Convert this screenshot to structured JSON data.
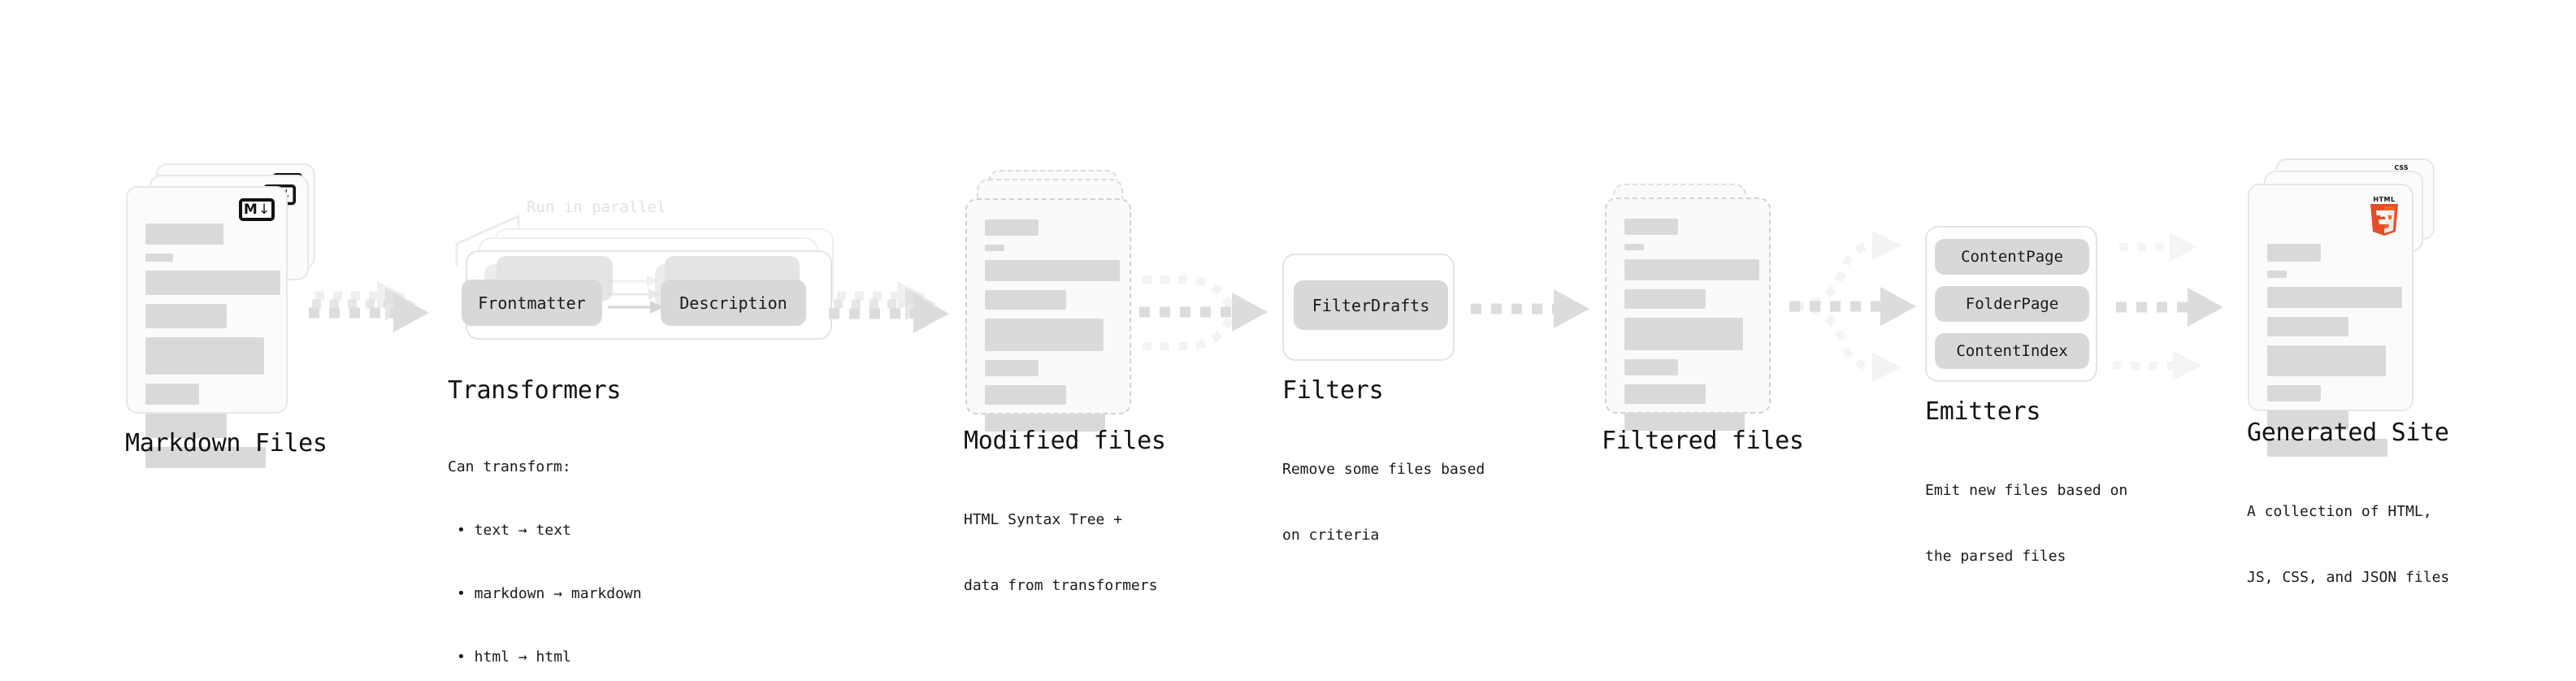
{
  "diagram": {
    "title": "Quartz content processing pipeline",
    "background": "#ffffff",
    "accent_colors": {
      "bar": "#d9d9d9",
      "chip": "#d8d8d8",
      "arrow": "#dcdcdc",
      "card_border": "#e7e7e7",
      "dashed_border": "#d2d2d2",
      "html5_orange": "#e44d26",
      "html5_orange_light": "#f16529",
      "css_blue": "#264de4",
      "js_yellow": "#f7df1e"
    }
  },
  "stages": [
    {
      "id": "markdown-files",
      "title": "Markdown Files",
      "description": "",
      "icon": "markdown-badge",
      "icon_text": {
        "letter": "M",
        "arrow": "↓"
      }
    },
    {
      "id": "transformers",
      "title": "Transformers",
      "description_lines": [
        "Can transform:",
        "• text → text",
        "• markdown → markdown",
        "• html → html"
      ],
      "annotation": "Run in parallel",
      "chips": [
        "Frontmatter",
        "Description"
      ]
    },
    {
      "id": "modified-files",
      "title": "Modified files",
      "description_lines": [
        "HTML Syntax Tree +",
        "data from transformers"
      ]
    },
    {
      "id": "filters",
      "title": "Filters",
      "description_lines": [
        "Remove some files based",
        "on criteria"
      ],
      "chips": [
        "FilterDrafts"
      ]
    },
    {
      "id": "filtered-files",
      "title": "Filtered files",
      "description_lines": []
    },
    {
      "id": "emitters",
      "title": "Emitters",
      "description_lines": [
        "Emit new files based on",
        "the parsed files"
      ],
      "chips": [
        "ContentPage",
        "FolderPage",
        "ContentIndex"
      ]
    },
    {
      "id": "generated-site",
      "title": "Generated Site",
      "description_lines": [
        "A collection of HTML,",
        "JS, CSS, and JSON files"
      ],
      "icons": [
        "html5-logo",
        "css3-badge",
        "javascript-badge"
      ],
      "html5_label": "HTML",
      "html5_digit": "5",
      "css_label": "CSS"
    }
  ],
  "doc_bars": [
    {
      "w": 96,
      "h": 26
    },
    {
      "w": 34,
      "h": 10
    },
    {
      "w": 166,
      "h": 30
    },
    {
      "w": 100,
      "h": 30
    },
    {
      "w": 146,
      "h": 46
    },
    {
      "w": 66,
      "h": 26
    },
    {
      "w": 100,
      "h": 30
    },
    {
      "w": 148,
      "h": 26
    }
  ]
}
